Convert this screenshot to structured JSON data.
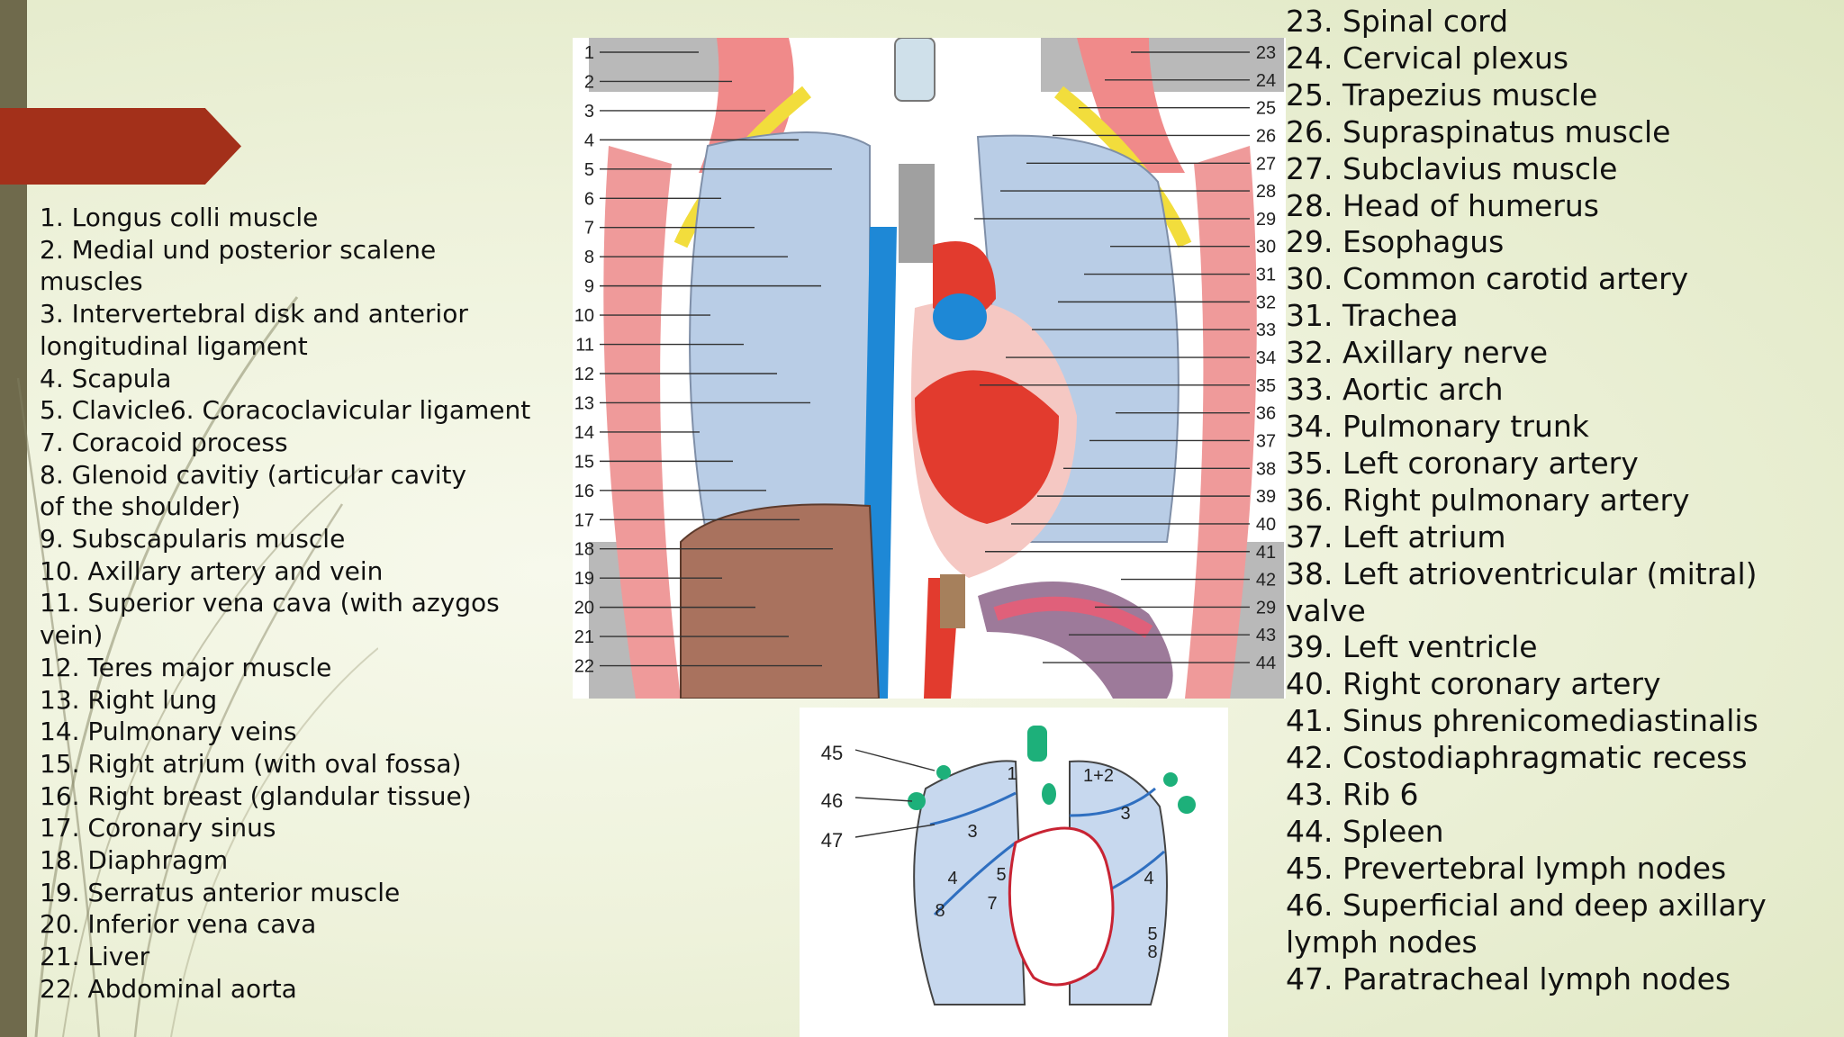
{
  "left_legend": [
    "1. Longus colli muscle",
    "2. Medial und posterior scalene muscles",
    "3. Intervertebral disk and anterior\nlongitudinal ligament",
    "4. Scapula",
    "5. Clavicle6. Coracoclavicular ligament",
    "7. Coracoid process",
    "8. Glenoid cavitiy (articular cavity\nof the shoulder)",
    "9. Subscapularis muscle",
    "10. Axillary artery and vein",
    "11. Superior vena cava (with azygos\nvein)",
    "12. Teres major muscle",
    "13. Right lung",
    "14. Pulmonary veins",
    "15. Right atrium (with oval fossa)",
    "16. Right breast (glandular tissue)",
    "17. Coronary sinus",
    "18. Diaphragm",
    "19. Serratus anterior muscle",
    "20. Inferior vena cava",
    "21. Liver",
    "22. Abdominal aorta"
  ],
  "right_legend": [
    "23. Spinal cord",
    "24. Cervical plexus",
    "25. Trapezius muscle",
    "26. Supraspinatus muscle",
    "27. Subclavius muscle",
    "28. Head of humerus",
    "29. Esophagus",
    "30. Common carotid artery",
    "31. Trachea",
    "32. Axillary nerve",
    "33. Aortic arch",
    "34. Pulmonary trunk",
    "35. Left coronary artery",
    "36. Right pulmonary artery",
    "37. Left atrium",
    "38. Left atrioventricular (mitral) valve",
    "39. Left ventricle",
    "40. Right coronary artery",
    "41. Sinus phrenicomediastinalis",
    "42. Costodiaphragmatic recess",
    "43. Rib 6",
    "44. Spleen",
    "45. Prevertebral lymph nodes",
    "46. Superficial and deep axillary\nlymph nodes",
    "47. Paratracheal lymph nodes"
  ],
  "figure_main": {
    "left_numbers": [
      "1",
      "2",
      "3",
      "4",
      "5",
      "6",
      "7",
      "8",
      "9",
      "10",
      "11",
      "12",
      "13",
      "14",
      "15",
      "16",
      "17",
      "18",
      "19",
      "20",
      "21",
      "22"
    ],
    "right_numbers": [
      "23",
      "24",
      "25",
      "26",
      "27",
      "28",
      "29",
      "30",
      "31",
      "32",
      "33",
      "34",
      "35",
      "36",
      "37",
      "38",
      "39",
      "40",
      "41",
      "42",
      "29",
      "43",
      "44"
    ]
  },
  "figure_lymph": {
    "callouts": [
      "45",
      "46",
      "47"
    ],
    "segment_labels": [
      "1",
      "1+2",
      "3",
      "3",
      "4",
      "5",
      "4",
      "7",
      "8",
      "5",
      "8"
    ]
  },
  "colors": {
    "accent": "#a3301a",
    "sidebar": "#6f6a4c",
    "lung": "#b9cde6",
    "vein": "#1e88d6",
    "artery": "#e23b2e",
    "liver": "#a9725e",
    "nerve": "#f2dd3c",
    "lymph_node": "#1db07a"
  }
}
